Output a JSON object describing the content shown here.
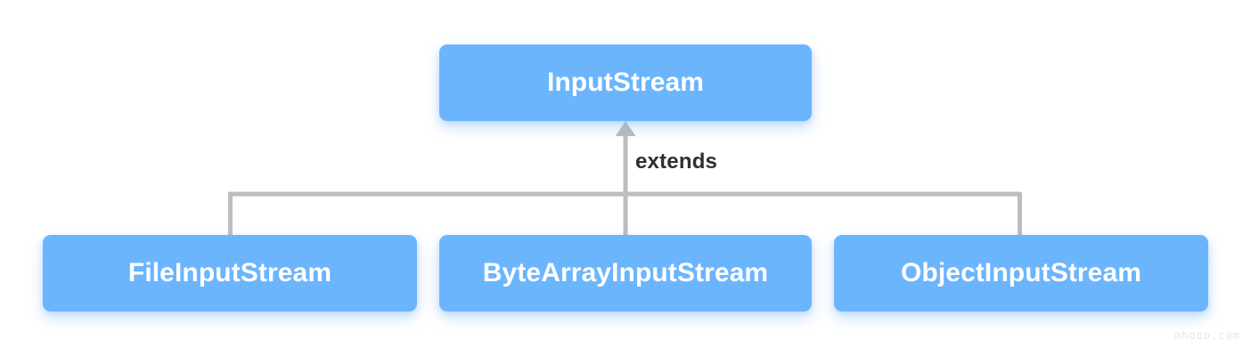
{
  "diagram": {
    "type": "class-inheritance",
    "relationship_label": "extends",
    "parent": {
      "label": "InputStream"
    },
    "children": [
      {
        "label": "FileInputStream"
      },
      {
        "label": "ByteArrayInputStream"
      },
      {
        "label": "ObjectInputStream"
      }
    ],
    "colors": {
      "node_fill": "#6bb5fd",
      "node_text": "#ffffff",
      "connector": "#bdbdbd",
      "label_text": "#2f2f2f",
      "background": "#ffffff",
      "watermark_text": "#e3e6ea"
    },
    "icons": {
      "inheritance_arrow": "arrow-up-icon"
    }
  },
  "watermark": {
    "text": "nhooo.com"
  }
}
